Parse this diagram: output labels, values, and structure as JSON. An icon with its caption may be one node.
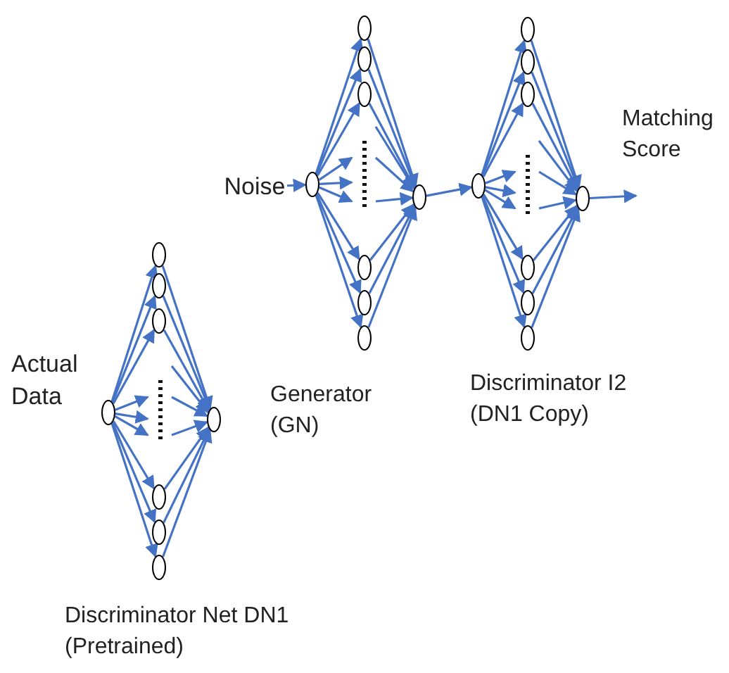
{
  "diagram": {
    "nodes": [
      {
        "text": [
          "Noise"
        ]
      },
      {
        "text": [],
        "shape": "circle"
      },
      {
        "text": [],
        "shape": "circle"
      },
      {
        "text": [],
        "shape": "circle"
      },
      {
        "text": [],
        "shape": "circle"
      },
      {
        "text": [],
        "shape": "circle"
      },
      {
        "text": [],
        "shape": "circle"
      },
      {
        "text": [],
        "shape": "circle"
      },
      {
        "text": [],
        "shape": "circle"
      },
      {
        "text": [],
        "shape": "circle"
      },
      {
        "text": [],
        "shape": "circle"
      },
      {
        "text": [],
        "shape": "circle"
      },
      {
        "text": [],
        "shape": "circle"
      },
      {
        "text": [],
        "shape": "circle"
      },
      {
        "text": [],
        "shape": "circle"
      },
      {
        "text": [],
        "shape": "circle"
      },
      {
        "text": [],
        "shape": "circle"
      },
      {
        "text": [],
        "shape": "circle",
        "beside": [
          "Actual Data"
        ]
      },
      {
        "text": [],
        "shape": "circle"
      },
      {
        "text": [],
        "shape": "circle"
      },
      {
        "text": [],
        "shape": "circle"
      },
      {
        "text": [],
        "shape": "circle"
      },
      {
        "text": [],
        "shape": "circle"
      },
      {
        "text": [],
        "shape": "circle"
      },
      {
        "text": [],
        "shape": "circle"
      }
    ],
    "edges": [
      {
        "from": 0,
        "to": 1,
        "arrow": "to"
      },
      {
        "from": 1,
        "to": 2,
        "arrow": "to"
      },
      {
        "from": 1,
        "to": 3,
        "arrow": "to"
      },
      {
        "from": 1,
        "to": 4,
        "arrow": "to"
      },
      {
        "from": 1,
        "to": 5,
        "arrow": "to"
      },
      {
        "from": 1,
        "to": 6,
        "arrow": "to"
      },
      {
        "from": 1,
        "to": 7,
        "arrow": "to"
      },
      {
        "from": 1,
        "to": null,
        "arrow": "to"
      },
      {
        "from": 1,
        "to": null,
        "arrow": "to"
      },
      {
        "from": 1,
        "to": null,
        "arrow": "to"
      },
      {
        "from": 2,
        "to": 8,
        "arrow": "to"
      },
      {
        "from": 3,
        "to": 8,
        "arrow": "to"
      },
      {
        "from": 4,
        "to": 8,
        "arrow": "to"
      },
      {
        "from": 5,
        "to": 8,
        "arrow": "to"
      },
      {
        "from": 6,
        "to": 8,
        "arrow": "to"
      },
      {
        "from": 7,
        "to": 8,
        "arrow": "to"
      },
      {
        "from": null,
        "to": 8,
        "arrow": "to"
      },
      {
        "from": null,
        "to": 8,
        "arrow": "to"
      },
      {
        "from": null,
        "to": 8,
        "arrow": "to"
      },
      {
        "from": 8,
        "to": 9,
        "arrow": "to"
      },
      {
        "from": 9,
        "to": 10,
        "arrow": "to"
      },
      {
        "from": 9,
        "to": 11,
        "arrow": "to"
      },
      {
        "from": 9,
        "to": 12,
        "arrow": "to"
      },
      {
        "from": 9,
        "to": 13,
        "arrow": "to"
      },
      {
        "from": 9,
        "to": 14,
        "arrow": "to"
      },
      {
        "from": 9,
        "to": 15,
        "arrow": "to"
      },
      {
        "from": 9,
        "to": null,
        "arrow": "to"
      },
      {
        "from": 9,
        "to": null,
        "arrow": "to"
      },
      {
        "from": 9,
        "to": null,
        "arrow": "to"
      },
      {
        "from": 10,
        "to": 16,
        "arrow": "to"
      },
      {
        "from": 11,
        "to": 16,
        "arrow": "to"
      },
      {
        "from": 12,
        "to": 16,
        "arrow": "to"
      },
      {
        "from": 13,
        "to": 16,
        "arrow": "to"
      },
      {
        "from": 14,
        "to": 16,
        "arrow": "to"
      },
      {
        "from": 15,
        "to": 16,
        "arrow": "to"
      },
      {
        "from": null,
        "to": 16,
        "arrow": "to"
      },
      {
        "from": null,
        "to": 16,
        "arrow": "to"
      },
      {
        "from": null,
        "to": 16,
        "arrow": "to"
      },
      {
        "from": 16,
        "to": null,
        "arrow": "to"
      },
      {
        "from": 17,
        "to": 18,
        "arrow": "to"
      },
      {
        "from": 17,
        "to": 19,
        "arrow": "to"
      },
      {
        "from": 17,
        "to": 20,
        "arrow": "to"
      },
      {
        "from": 17,
        "to": 21,
        "arrow": "to"
      },
      {
        "from": 17,
        "to": 22,
        "arrow": "to"
      },
      {
        "from": 17,
        "to": 23,
        "arrow": "to"
      },
      {
        "from": 17,
        "to": null,
        "arrow": "to"
      },
      {
        "from": 17,
        "to": null,
        "arrow": "to"
      },
      {
        "from": 17,
        "to": null,
        "arrow": "to"
      },
      {
        "from": 18,
        "to": 24,
        "arrow": "to"
      },
      {
        "from": 19,
        "to": 24,
        "arrow": "to"
      },
      {
        "from": 20,
        "to": 24,
        "arrow": "to"
      },
      {
        "from": 21,
        "to": 24,
        "arrow": "to"
      },
      {
        "from": 22,
        "to": 24,
        "arrow": "to"
      },
      {
        "from": 23,
        "to": 24,
        "arrow": "to"
      },
      {
        "from": null,
        "to": 24,
        "arrow": "to"
      },
      {
        "from": null,
        "to": 24,
        "arrow": "to"
      },
      {
        "from": null,
        "to": 24,
        "arrow": "to"
      }
    ],
    "labels": [
      "Matching Score",
      "Generator (GN)",
      "Discriminator I2 (DN1 Copy)",
      "Discriminator Net DN1 (Pretrained)"
    ]
  }
}
